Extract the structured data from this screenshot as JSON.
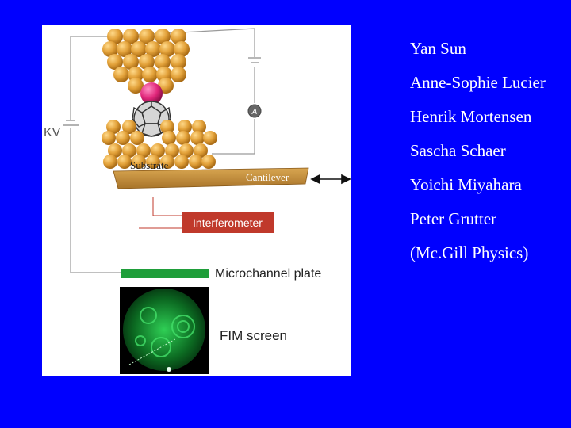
{
  "diagram": {
    "labels": {
      "kv": "KV",
      "substrate": "Substrate",
      "cantilever": "Cantilever",
      "interferometer": "Interferometer",
      "microchannel_plate": "Microchannel plate",
      "fim_screen": "FIM screen",
      "ammeter": "A"
    }
  },
  "authors": [
    "Yan Sun",
    "Anne-Sophie Lucier",
    "Henrik Mortensen",
    "Sascha Schaer",
    "Yoichi Miyahara",
    "Peter Grutter",
    "(Mc.Gill Physics)"
  ],
  "colors": {
    "background": "#0000ff",
    "atom": "#e3a23a",
    "tip_atom": "#e0267a",
    "cantilever": "#c8963e",
    "interferometer": "#c0392b",
    "microchannel_plate": "#1f9e3a",
    "fim_screen": "#0c6b22"
  }
}
